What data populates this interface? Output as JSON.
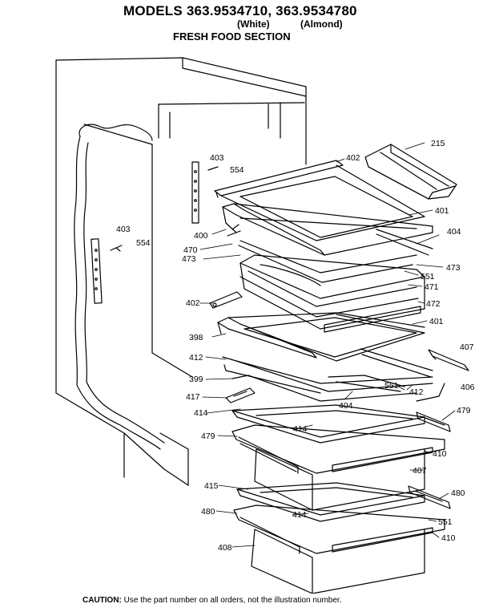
{
  "header": {
    "title": "MODELS 363.9534710, 363.9534780",
    "variant_white": "(White)",
    "variant_almond": "(Almond)",
    "section": "FRESH FOOD SECTION"
  },
  "callouts": {
    "c215": "215",
    "c403a": "403",
    "c554a": "554",
    "c402a": "402",
    "c401a": "401",
    "c403b": "403",
    "c554b": "554",
    "c404a": "404",
    "c400": "400",
    "c470": "470",
    "c473a": "473",
    "c473b": "473",
    "c551a": "551",
    "c471": "471",
    "c402b": "402",
    "c472": "472",
    "c401b": "401",
    "c398": "398",
    "c407a": "407",
    "c412a": "412",
    "c399": "399",
    "c551b": "551",
    "c412b": "412",
    "c406": "406",
    "c417": "417",
    "c404b": "404",
    "c414a": "414",
    "c479a": "479",
    "c414b": "414",
    "c479b": "479",
    "c410a": "410",
    "c407b": "407",
    "c415": "415",
    "c480a": "480",
    "c414c": "414",
    "c480b": "480",
    "c551c": "551",
    "c408": "408",
    "c410b": "410"
  },
  "footer": {
    "caution_label": "CAUTION:",
    "caution_text": " Use the part number on all orders, not the illustration number."
  }
}
